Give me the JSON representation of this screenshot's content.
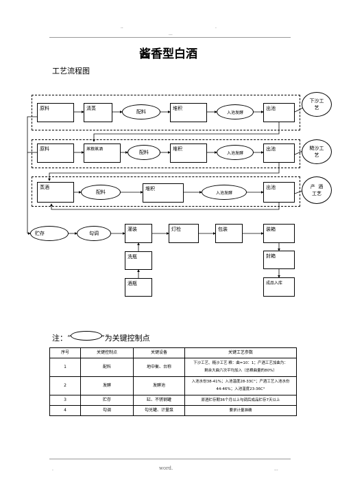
{
  "header": {
    "left_mark": "..",
    "center_mark": "...",
    "right_mark": "."
  },
  "title": "酱香型白酒",
  "subtitle": "工艺流程图",
  "row1": {
    "raw": "原料",
    "steam": "清蒸",
    "mix": "配料",
    "pile": "堆积",
    "ferment": "入池发酵",
    "out": "出池"
  },
  "row2": {
    "raw": "原料",
    "steam": "蒸粮蒸酒",
    "mix": "配料",
    "pile": "堆积",
    "ferment": "入池发酵",
    "out": "出池"
  },
  "row3": {
    "steam": "蒸酒",
    "mix": "配料",
    "pile": "堆积",
    "ferment": "入池发酵",
    "out": "出池"
  },
  "callouts": {
    "c1": "下沙工\n艺",
    "c2": "糙沙工\n艺",
    "c3": "产  酒\n工艺"
  },
  "row4": {
    "store": "贮存",
    "blend": "勾调",
    "fill": "灌装",
    "inspect": "灯检",
    "pack": "包装",
    "box": "装箱"
  },
  "col_left": {
    "wash": "洗瓶",
    "bottle": "酒瓶"
  },
  "col_right": {
    "seal": "封箱",
    "warehouse": "成品入库"
  },
  "note": {
    "prefix": "注：“",
    "suffix": "”为关键控制点"
  },
  "table": {
    "headers": [
      "序号",
      "关键控制点",
      "关键设备",
      "关键工艺参数"
    ],
    "rows": [
      {
        "no": "1",
        "point": "配料",
        "equipment": "地中衡、台称",
        "param1": "下沙工艺、糙沙工艺 粮：曲=10：1；产酒工艺加曲为：",
        "param2": "剩余大曲六次平均加入（总粮曲量的80%）"
      },
      {
        "no": "2",
        "point": "发酵",
        "equipment": "发酵池",
        "param1": "入池水份38-41%；入池温度28-33C°；产酒工艺入池水份",
        "param2": "44-46%；入池温度23-36C°"
      },
      {
        "no": "3",
        "point": "贮存",
        "equipment": "缸、不锈钢罐",
        "param1": "原酒贮存期36个月以上勾调后成品贮存7天以上",
        "param2": ""
      },
      {
        "no": "4",
        "point": "勾调",
        "equipment": "勾兑罐、计量泵",
        "param1": "要求计量准确",
        "param2": ""
      }
    ]
  },
  "footer": {
    "left": ".",
    "center": "word.",
    "right": "..."
  }
}
